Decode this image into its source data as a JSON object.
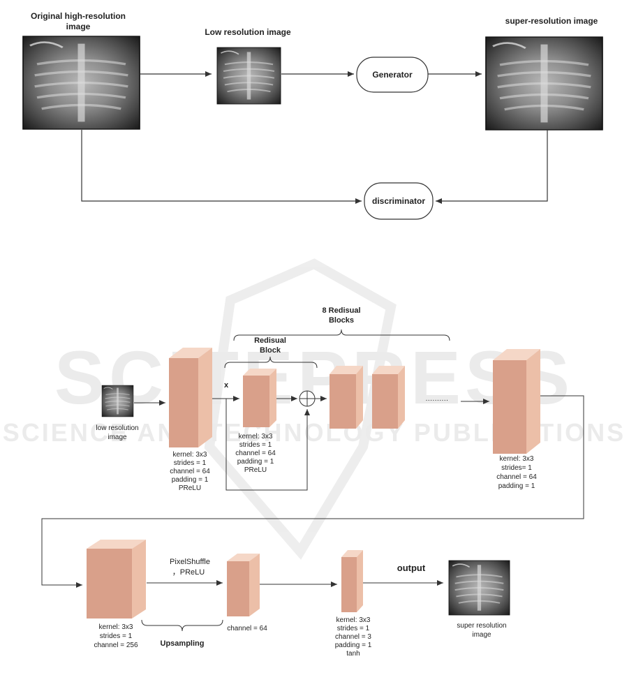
{
  "top_diagram": {
    "original_label_1": "Original high-resolution",
    "original_label_2": "image",
    "low_res_label": "Low resolution image",
    "super_res_label": "super-resolution image",
    "generator_label": "Generator",
    "discriminator_label": "discriminator"
  },
  "watermark": {
    "main": "SCITEPRESS",
    "sub": "SCIENCE AND TECHNOLOGY PUBLICATIONS"
  },
  "generator_arch": {
    "residual_blocks_title_1": "8 Redisual",
    "residual_blocks_title_2": "Blocks",
    "residual_block_title_1": "Redisual",
    "residual_block_title_2": "Block",
    "multiply_symbol": "x",
    "input_label_1": "low resolution",
    "input_label_2": "image",
    "conv1_params": [
      "kernel: 3x3",
      "strides = 1",
      "channel = 64",
      "padding = 1",
      "PReLU"
    ],
    "res_conv_params": [
      "kernel:  3x3",
      "strides = 1",
      "channel = 64",
      "padding = 1",
      "PReLU"
    ],
    "ellipsis": "..........",
    "conv2_params": [
      "kernel:   3x3",
      "strides= 1",
      "channel = 64",
      "padding = 1"
    ],
    "upconv_params": [
      "kernel:   3x3",
      "strides = 1",
      "channel = 256"
    ],
    "pixelshuffle_1": "PixelShuffle",
    "pixelshuffle_2": "，PReLU",
    "upsampling_label": "Upsampling",
    "ps_channel": "channel = 64",
    "final_conv_params": [
      "kernel: 3x3",
      "strides = 1",
      "channel = 3",
      "padding = 1",
      "tanh"
    ],
    "output_label": "output",
    "output_image_label_1": "super resolution",
    "output_image_label_2": "image"
  },
  "colors": {
    "block_front": "#d9a08a",
    "block_side": "#ecbfa8",
    "block_top": "#f5d7c7",
    "line": "#333333"
  }
}
